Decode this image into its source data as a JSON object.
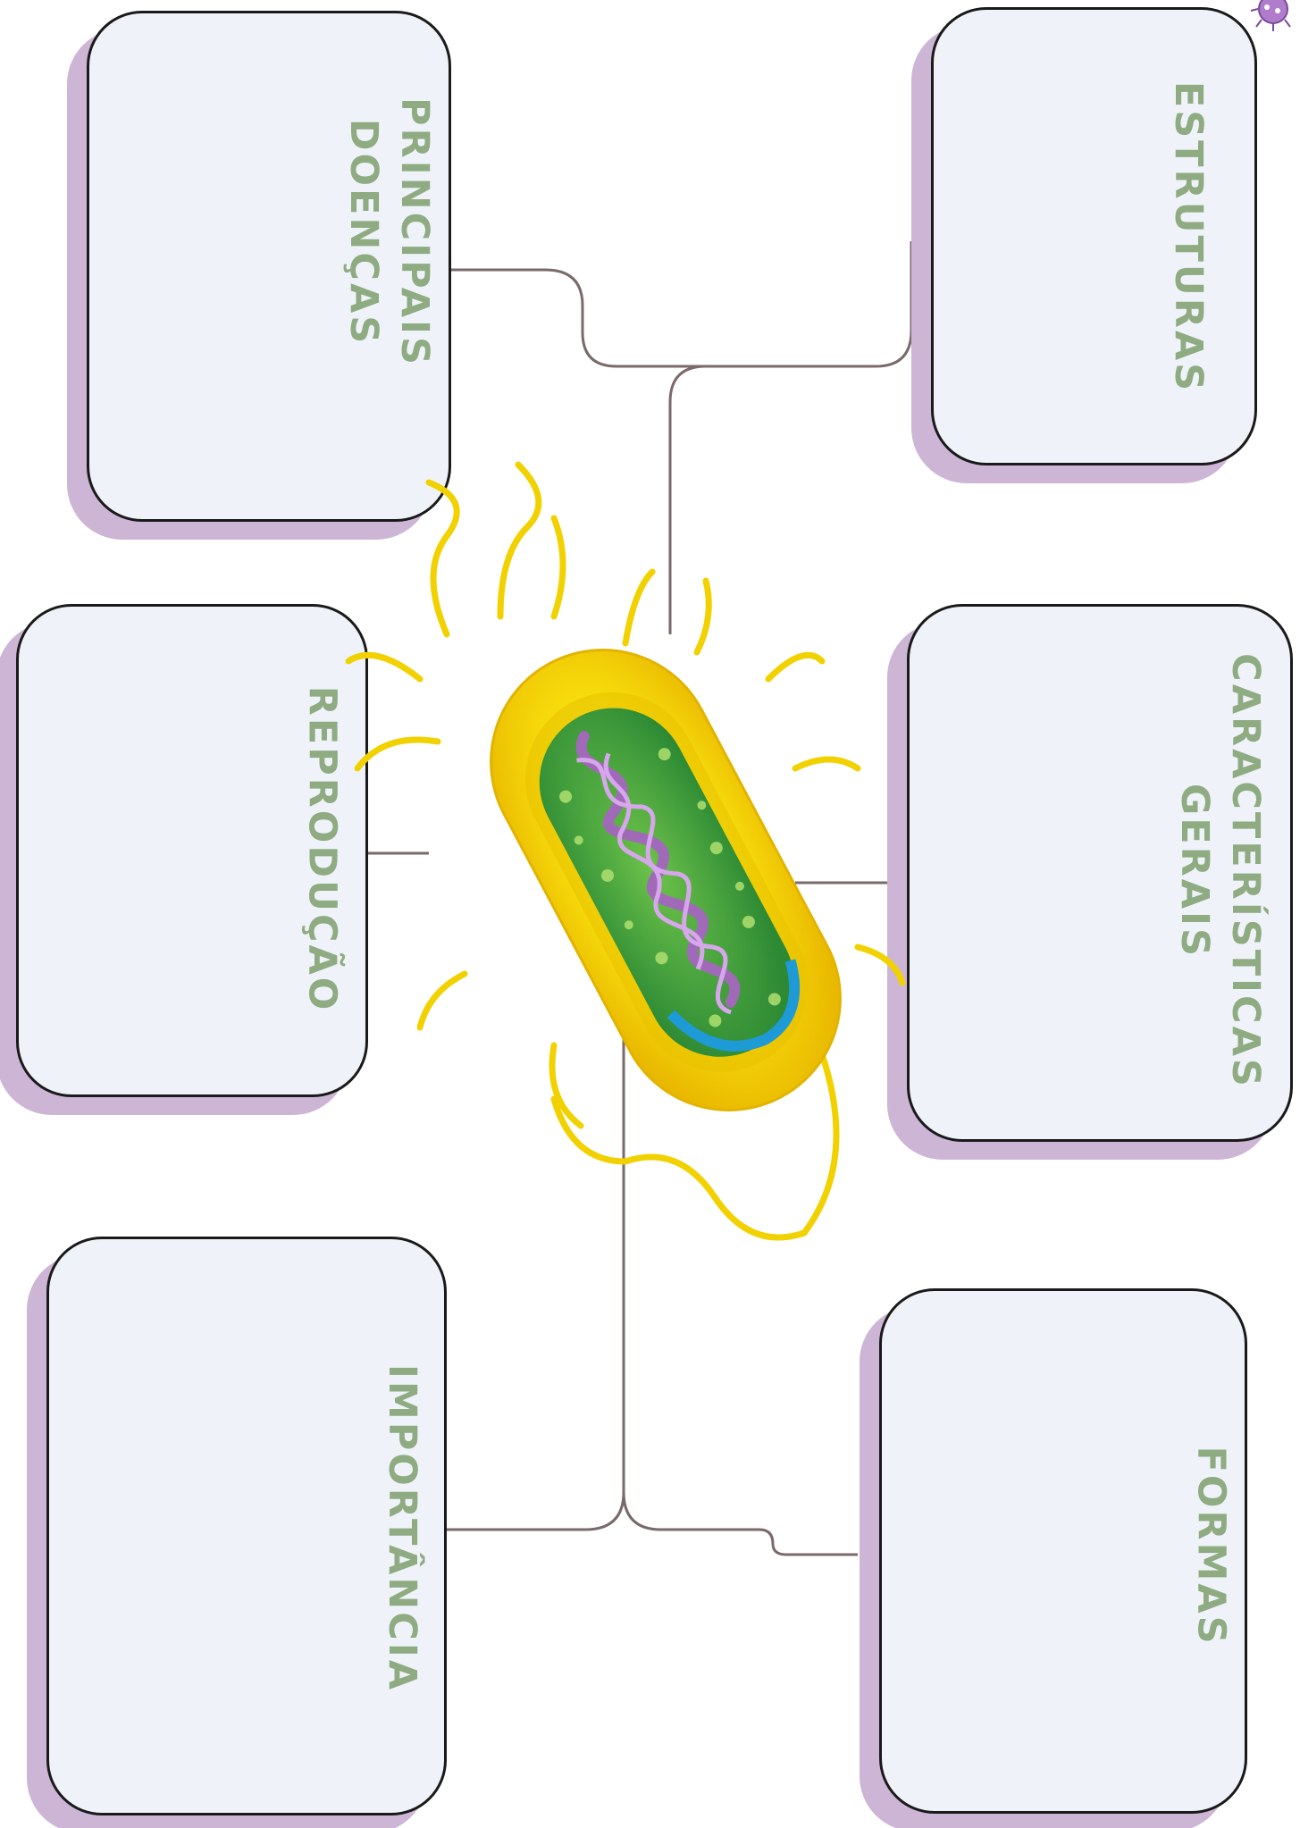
{
  "topics": {
    "principais_doencas": {
      "line1": "PRINCIPAIS",
      "line2": "DOENÇAS"
    },
    "estruturas": "ESTRUTURAS",
    "reproducao": "REPRODUÇÃO",
    "caracteristicas_gerais": {
      "line1": "CARACTERÍSTICAS",
      "line2": "GERAIS"
    },
    "importancia": "IMPORTÂNCIA",
    "formas": "FORMAS"
  },
  "colors": {
    "label_text": "#8eab82",
    "box_fill": "#eff3f9",
    "box_shadow": "#cdb5d6",
    "connector": "#7a6a6a",
    "bacterium_wall": "#f5d600",
    "bacterium_cytoplasm": "#3f9e3a",
    "bacterium_dna": "#a06ab8"
  },
  "icons": [
    "bacterium-illustration",
    "virus-icon"
  ]
}
